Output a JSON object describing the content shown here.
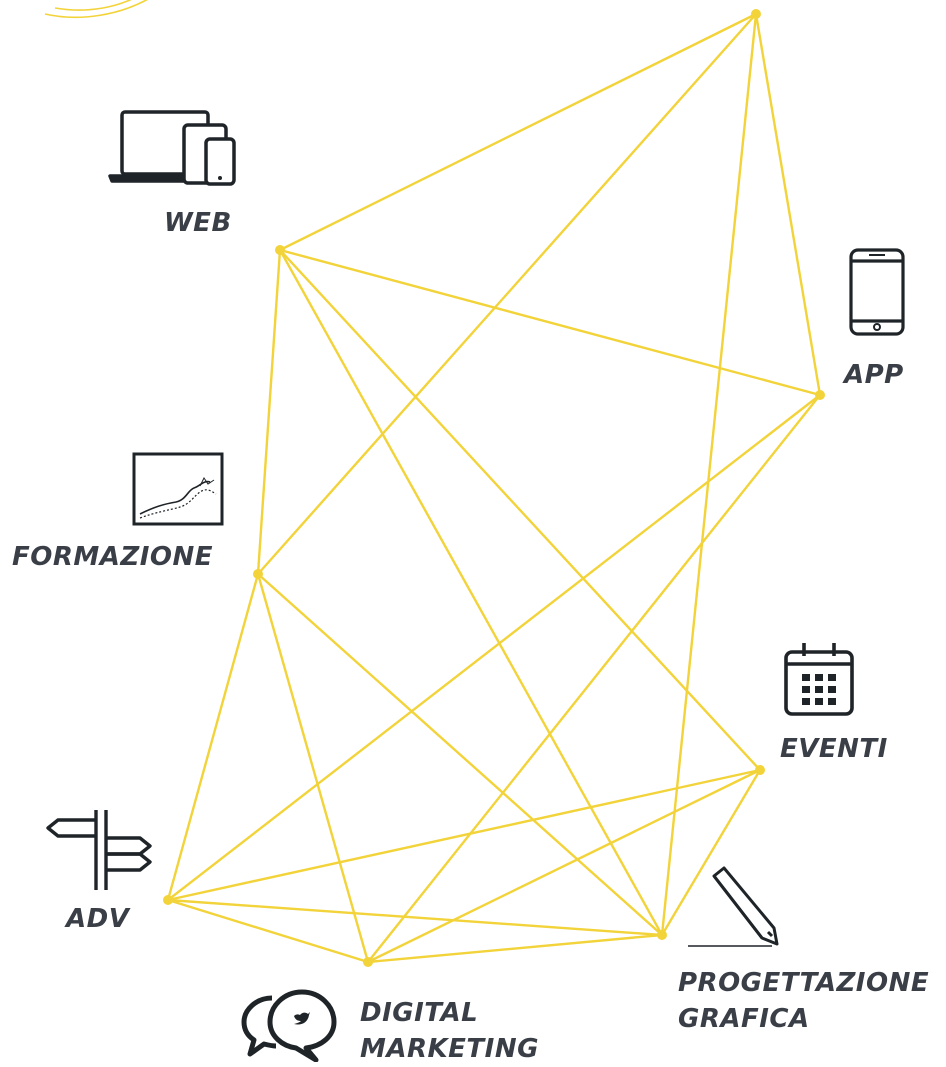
{
  "line_color": "#f2d33a",
  "icon_color": "#1f2428",
  "text_color": "#3a3f47",
  "labels": {
    "web": "WEB",
    "app": "APP",
    "formazione": "FORMAZIONE",
    "eventi": "EVENTI",
    "adv": "ADV",
    "progettazione_1": "PROGETTAZIONE",
    "progettazione_2": "GRAFICA",
    "digital_1": "DIGITAL",
    "digital_2": "MARKETING"
  },
  "icons": [
    "devices-icon",
    "smartphone-icon",
    "chart-icon",
    "calendar-icon",
    "signpost-icon",
    "chat-bubbles-icon",
    "pencil-icon"
  ]
}
